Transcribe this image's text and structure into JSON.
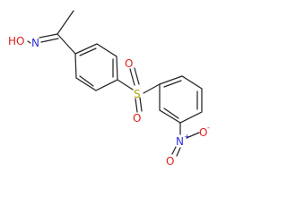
{
  "molecule": {
    "atoms": {
      "oxime_oh": {
        "label": "HO",
        "color": "#e02020"
      },
      "oxime_n": {
        "label": "N",
        "color": "#3030e0"
      },
      "sulfur": {
        "label": "S",
        "color": "#b8a400"
      },
      "sulfonyl_o_top": {
        "label": "O",
        "color": "#e02020"
      },
      "sulfonyl_o_bottom": {
        "label": "O",
        "color": "#e02020"
      },
      "nitro_n": {
        "label": "N",
        "color": "#3030e0"
      },
      "nitro_n_charge": {
        "label": "+",
        "color": "#3030e0"
      },
      "nitro_o_top": {
        "label": "O",
        "color": "#e02020"
      },
      "nitro_o_top_charge": {
        "label": "-",
        "color": "#e02020"
      },
      "nitro_o_bottom": {
        "label": "O",
        "color": "#e02020"
      }
    },
    "bond_color": "#262626"
  }
}
